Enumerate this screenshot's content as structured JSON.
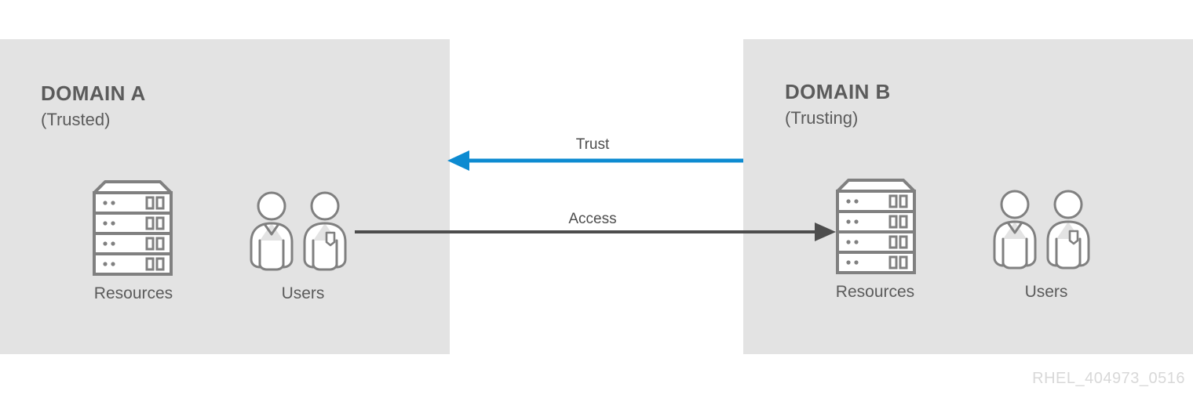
{
  "diagram": {
    "title_semantic": "domain-trust-relationship",
    "watermark": "RHEL_404973_0516",
    "colors": {
      "panel_bg": "#e3e3e3",
      "page_bg": "#ffffff",
      "trust_arrow": "#0d8bd1",
      "access_arrow": "#4d4d4d",
      "icon_stroke": "#808080",
      "text": "#5b5b5b",
      "watermark": "#d8d8d8"
    }
  },
  "domain_a": {
    "title": "DOMAIN A",
    "subtitle": "(Trusted)",
    "resources_label": "Resources",
    "users_label": "Users",
    "resources_icon": "server-rack-icon",
    "users_icon": "users-icon"
  },
  "domain_b": {
    "title": "DOMAIN B",
    "subtitle": "(Trusting)",
    "resources_label": "Resources",
    "users_label": "Users",
    "resources_icon": "server-rack-icon",
    "users_icon": "users-icon"
  },
  "flows": {
    "trust": {
      "label": "Trust",
      "direction": "right-to-left",
      "from": "DOMAIN B",
      "to": "DOMAIN A",
      "color": "#0d8bd1"
    },
    "access": {
      "label": "Access",
      "direction": "left-to-right",
      "from": "DOMAIN A users",
      "to": "DOMAIN B resources",
      "color": "#4d4d4d"
    }
  }
}
